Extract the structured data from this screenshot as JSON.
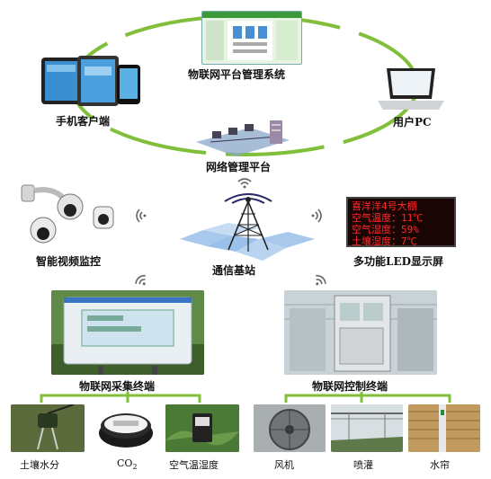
{
  "nodes": {
    "platform": "物联网平台管理系统",
    "mobile": "手机客户端",
    "pc": "用户PC",
    "network": "网络管理平台",
    "camera": "智能视频监控",
    "base_station": "通信基站",
    "led_display": "多功能LED显示屏",
    "collector": "物联网采集终端",
    "controller": "物联网控制终端"
  },
  "sensors": {
    "soil": "土壤水分",
    "co2_main": "CO",
    "co2_sub": "2",
    "air": "空气温湿度"
  },
  "actuators": {
    "fan": "风机",
    "sprinkler": "喷灌",
    "curtain": "水帘"
  },
  "led_lines": {
    "line1": "喜洋洋4号大棚",
    "line2": "空气温度：11℃",
    "line3": "空气湿度：59%",
    "line4": "土壤湿度：7℃"
  },
  "colors": {
    "ring": "#7fbf3a",
    "led_text": "#ff2a2a",
    "led_bg": "#1a0505"
  }
}
